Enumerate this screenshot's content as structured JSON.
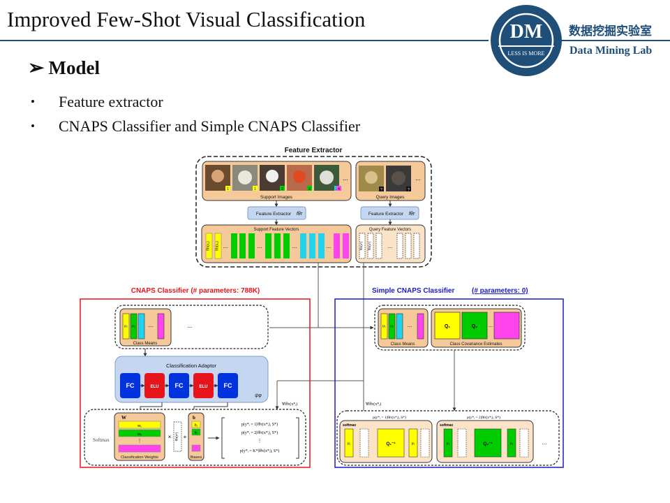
{
  "slide": {
    "title": "Improved Few-Shot Visual Classification",
    "section": "Model",
    "bullets": [
      "Feature extractor",
      "CNAPS Classifier and Simple CNAPS Classifier"
    ]
  },
  "logo": {
    "initials": "DM",
    "motto": "LESS IS MORE",
    "lab_name_cn": "数据挖掘实验室",
    "lab_name_en": "Data Mining Lab"
  },
  "colors": {
    "brand": "#1f4e79",
    "support_bg": "#f6c99a",
    "adaptor_bg": "#c5d7f0",
    "fc_blue": "#0033dd",
    "elu_red": "#e8141c",
    "cnaps_red": "#e8141c",
    "simple_blue": "#1a1ac8",
    "yellow": "#ffff00",
    "green": "#00cc00",
    "cyan": "#22d3ee",
    "magenta": "#ff44ee"
  },
  "diagram": {
    "feature_extractor": {
      "title": "Feature Extractor",
      "support_images_label": "Support Images",
      "query_images_label": "Query Images",
      "support_image_badges": [
        "1",
        "1",
        "2",
        "2",
        "3",
        "4"
      ],
      "query_image_badges": [
        "?",
        "?"
      ],
      "ellipsis": "...",
      "extractor_label": "Feature Extractor",
      "extractor_symbol": "fθτ",
      "support_vectors_label": "Support Feature Vectors",
      "query_vectors_label": "Query Feature Vectors",
      "vector_glyph_1": "fθτ(x₁)",
      "vector_glyph_2": "fθτ(x₂)",
      "query_glyph": "fθτ(x*)"
    },
    "cnaps": {
      "title": "CNAPS Classifier (# parameters: 788K)",
      "class_means_label": "Class Means",
      "mu_1": "μ₁",
      "mu_2": "μ₂",
      "adaptor_title": "Classification Adaptor",
      "adaptor_symbol": "ψφ",
      "fc": "FC",
      "elu": "ELU",
      "softmax_label": "Softmax",
      "weights_label": "Classification Weights",
      "weights_letter": "W",
      "w_1": "w₁",
      "w_2": "w₂",
      "biases_label": "Biases",
      "biases_letter": "b",
      "b_1": "b₁",
      "b_2": "b₂",
      "times": "×",
      "plus": "+",
      "query_input": "∀fθτ(x*ᵢ)",
      "prob_lines": [
        "p(y*ᵢ = 1|fθτ(x*ᵢ), S*)",
        "p(y*ᵢ = 2|fθτ(x*ᵢ), S*)",
        "⋮",
        "p(y*ᵢ = K*|fθτ(x*ᵢ), S*)"
      ]
    },
    "simple_cnaps": {
      "title_bold": "Simple CNAPS Classifier",
      "title_params": "(# parameters: 0)",
      "class_means_label": "Class Means",
      "cov_label": "Class Covariance Estimates",
      "q_1": "Q₁",
      "q_2": "Q₂",
      "q_1_inv": "Q₁⁻¹",
      "q_2_inv": "Q₂⁻¹",
      "query_input": "∀fθτ(x*ᵢ)",
      "softmax_label": "softmax",
      "prob_1": "p(y*ᵢ = 1|fθτ(x*ᵢ), S*)",
      "prob_2": "p(y*ᵢ = 2|fθτ(x*ᵢ), S*)"
    }
  }
}
